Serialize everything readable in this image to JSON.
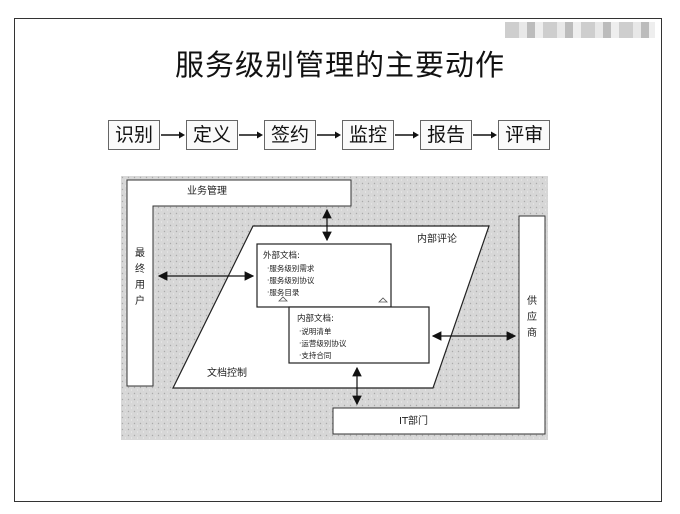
{
  "title": "服务级别管理的主要动作",
  "flow": [
    "识别",
    "定义",
    "签约",
    "监控",
    "报告",
    "评审"
  ],
  "diagram": {
    "business_mgmt": "业务管理",
    "end_user": [
      "最",
      "终",
      "用",
      "户"
    ],
    "internal_review": "内部评论",
    "supplier": [
      "供",
      "应",
      "商"
    ],
    "doc_control": "文档控制",
    "it_dept": "IT部门",
    "external_docs": {
      "title": "外部文档:",
      "items": [
        "·服务级别需求",
        "·服务级别协议",
        "·服务目录"
      ]
    },
    "internal_docs": {
      "title": "内部文档:",
      "items": [
        "·说明清单",
        "·运营级别协议",
        "·支持合同"
      ]
    }
  }
}
